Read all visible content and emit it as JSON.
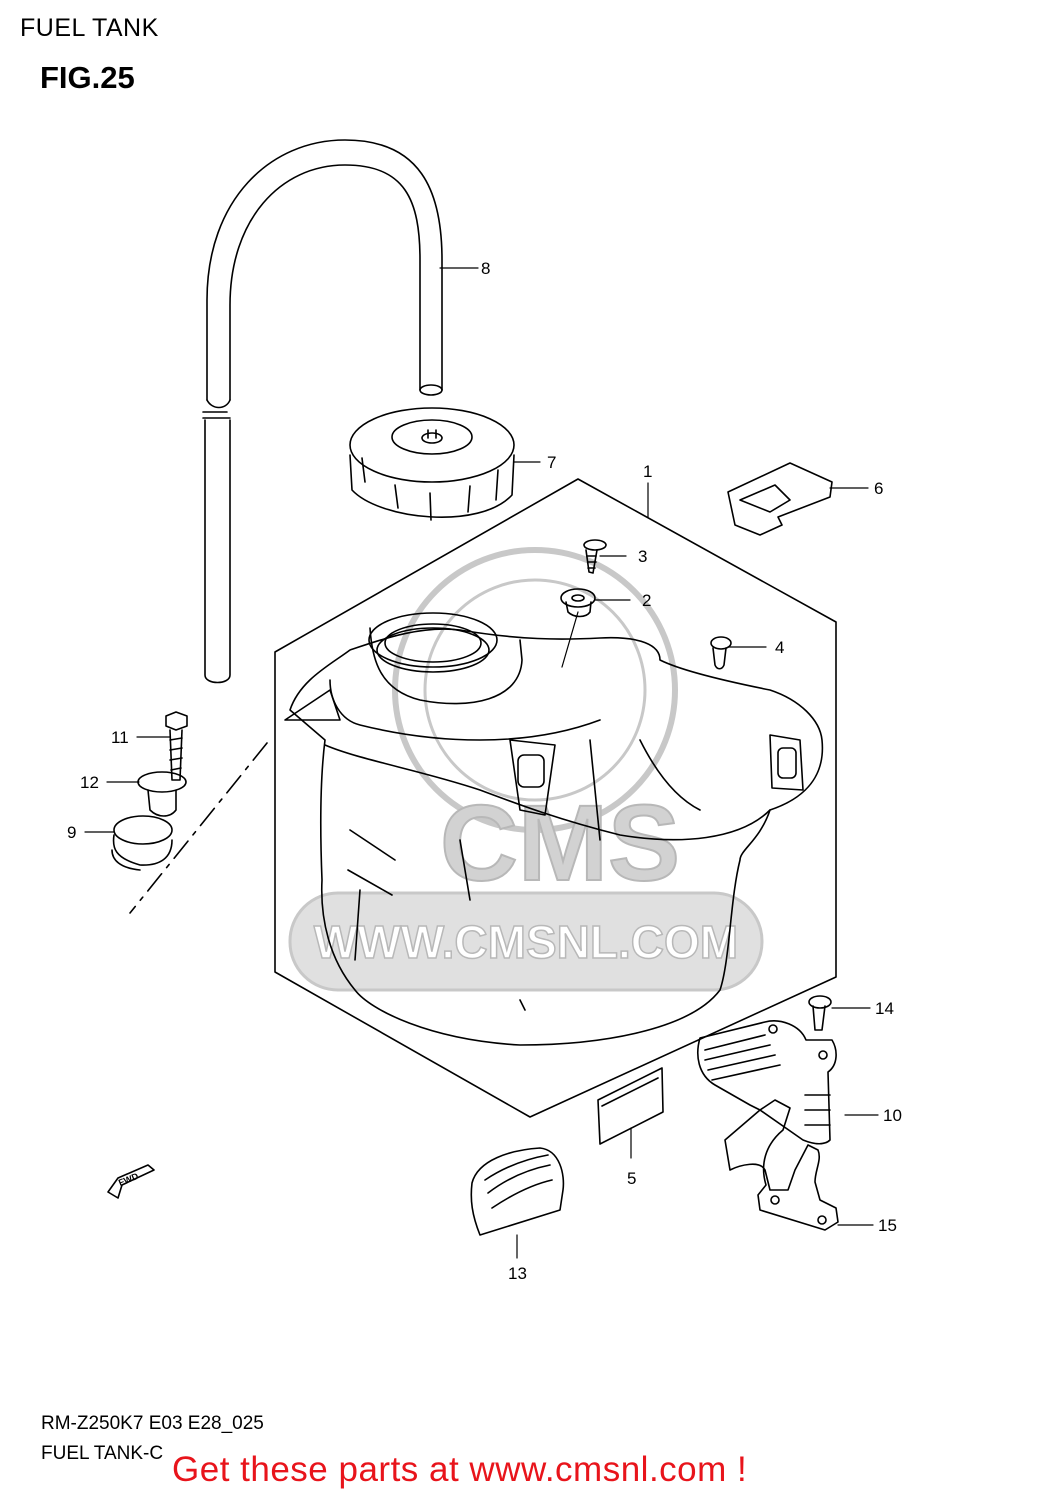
{
  "header": {
    "title": "FUEL TANK",
    "figure": "FIG.25"
  },
  "watermark": {
    "logo_text": "CMS",
    "url": "WWW.CMSNL.COM",
    "color": "#c8c8c8"
  },
  "parts": [
    {
      "number": "1",
      "name": "fuel-tank"
    },
    {
      "number": "2",
      "name": "washer"
    },
    {
      "number": "3",
      "name": "screw"
    },
    {
      "number": "4",
      "name": "bolt"
    },
    {
      "number": "5",
      "name": "pad"
    },
    {
      "number": "6",
      "name": "clamp"
    },
    {
      "number": "7",
      "name": "fuel-cap"
    },
    {
      "number": "8",
      "name": "breather-hose"
    },
    {
      "number": "9",
      "name": "cushion"
    },
    {
      "number": "10",
      "name": "heat-protector"
    },
    {
      "number": "11",
      "name": "bolt"
    },
    {
      "number": "12",
      "name": "spacer"
    },
    {
      "number": "13",
      "name": "cover"
    },
    {
      "number": "14",
      "name": "screw"
    },
    {
      "number": "15",
      "name": "bracket"
    }
  ],
  "fwd_label": "FWD",
  "footer": {
    "model_code": "RM-Z250K7 E03 E28_025",
    "section_code": "FUEL TANK-C",
    "promo": "Get these parts at www.cmsnl.com !",
    "promo_color": "#e8141b"
  }
}
